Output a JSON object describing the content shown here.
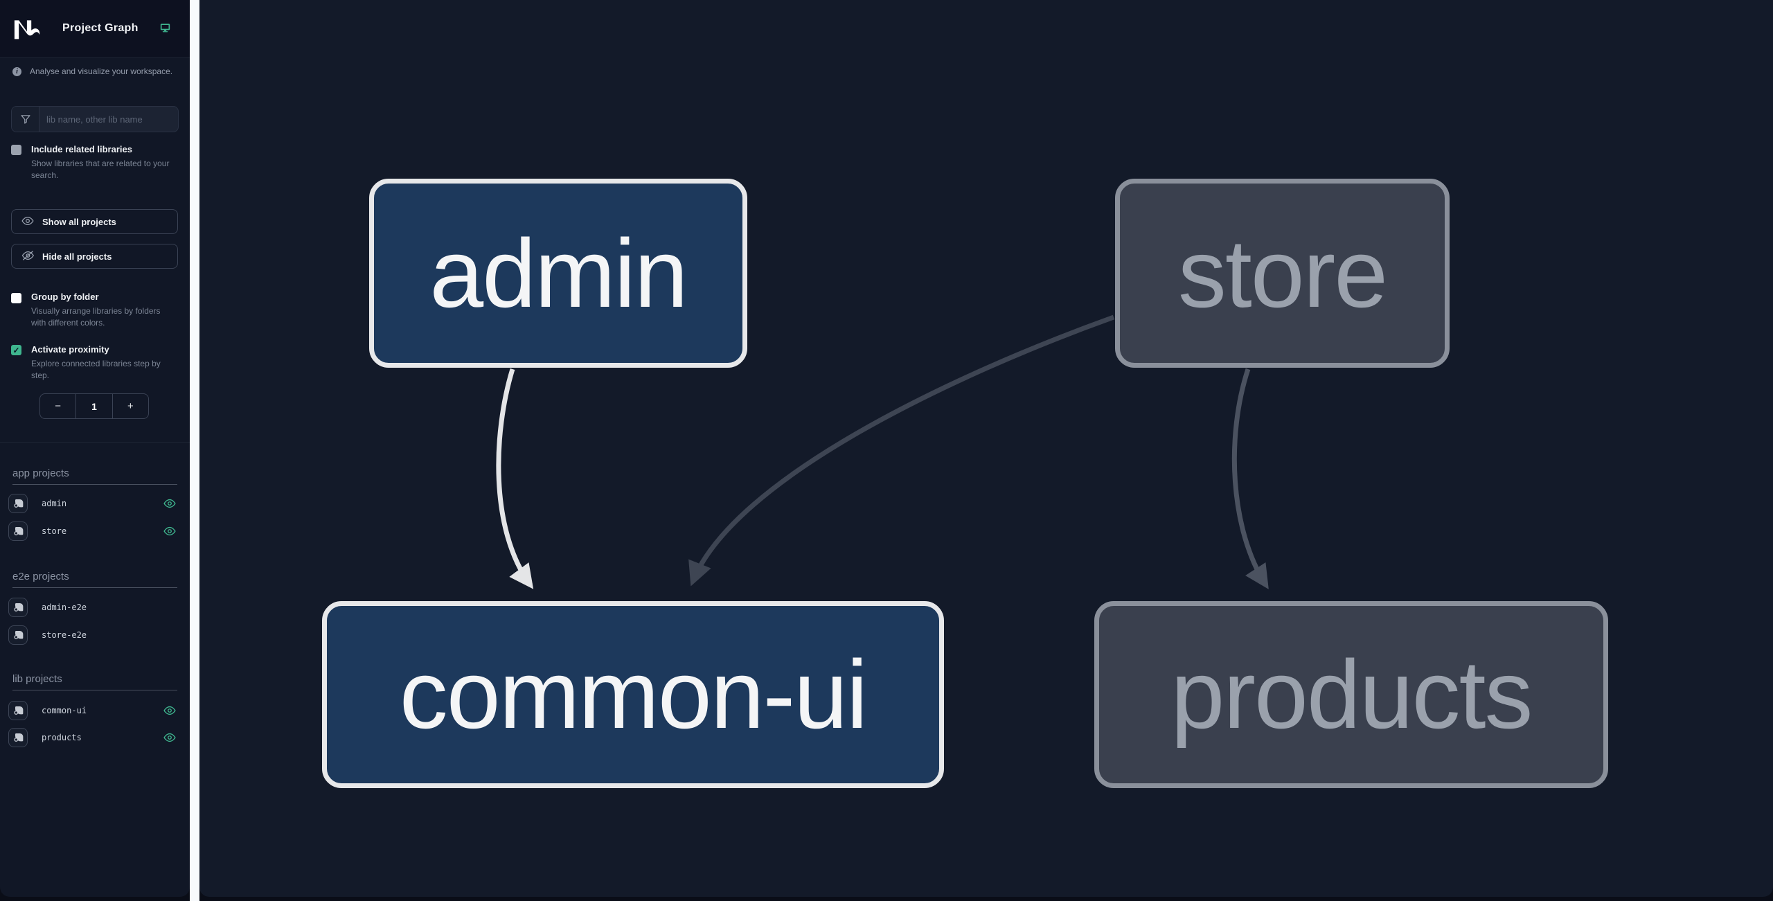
{
  "app": {
    "title": "Project Graph",
    "tagline": "Analyse and visualize your workspace."
  },
  "colors": {
    "accent_teal": "#3fb68f",
    "fab_green": "#35ba90",
    "sidebar_bg": "#111726",
    "canvas_bg": "#131a29",
    "gutter": "#f8fafc",
    "node_focused_fill": "#1d395c",
    "node_focused_border": "#e7e8ea",
    "node_faded_fill": "#3a404e",
    "node_faded_border": "#8a909b",
    "edge_light": "#e4e5e7",
    "edge_dark": "#3e4553",
    "edge_gray": "#4b5260"
  },
  "sidebar": {
    "search": {
      "placeholder": "lib name, other lib name"
    },
    "checkboxes": [
      {
        "label": "Include related libraries",
        "description": "Show libraries that are related to your search.",
        "checked": false
      },
      {
        "label": "Group by folder",
        "description": "Visually arrange libraries by folders with different colors.",
        "checked": false
      },
      {
        "label": "Activate proximity",
        "description": "Explore connected libraries step by step.",
        "checked": true,
        "check_glyph": "✓"
      }
    ],
    "buttons": {
      "show_all": "Show all projects",
      "hide_all": "Hide all projects"
    },
    "stepper": {
      "decrement": "−",
      "value": "1",
      "increment": "+"
    },
    "sections": [
      {
        "title": "app projects",
        "items": [
          {
            "name": "admin",
            "visible": true
          },
          {
            "name": "store",
            "visible": true
          }
        ]
      },
      {
        "title": "e2e projects",
        "items": [
          {
            "name": "admin-e2e",
            "visible": false
          },
          {
            "name": "store-e2e",
            "visible": false
          }
        ]
      },
      {
        "title": "lib projects",
        "items": [
          {
            "name": "common-ui",
            "visible": true
          },
          {
            "name": "products",
            "visible": true
          }
        ]
      }
    ]
  },
  "graph": {
    "nodes": [
      {
        "id": "admin",
        "label": "admin",
        "state": "focused"
      },
      {
        "id": "store",
        "label": "store",
        "state": "faded"
      },
      {
        "id": "common-ui",
        "label": "common-ui",
        "state": "focused"
      },
      {
        "id": "products",
        "label": "products",
        "state": "faded"
      }
    ],
    "edges": [
      {
        "source": "admin",
        "target": "common-ui",
        "style": "highlighted"
      },
      {
        "source": "store",
        "target": "common-ui",
        "style": "faded"
      },
      {
        "source": "store",
        "target": "products",
        "style": "faded"
      }
    ]
  },
  "fab": {
    "action": "download-graph-image"
  }
}
